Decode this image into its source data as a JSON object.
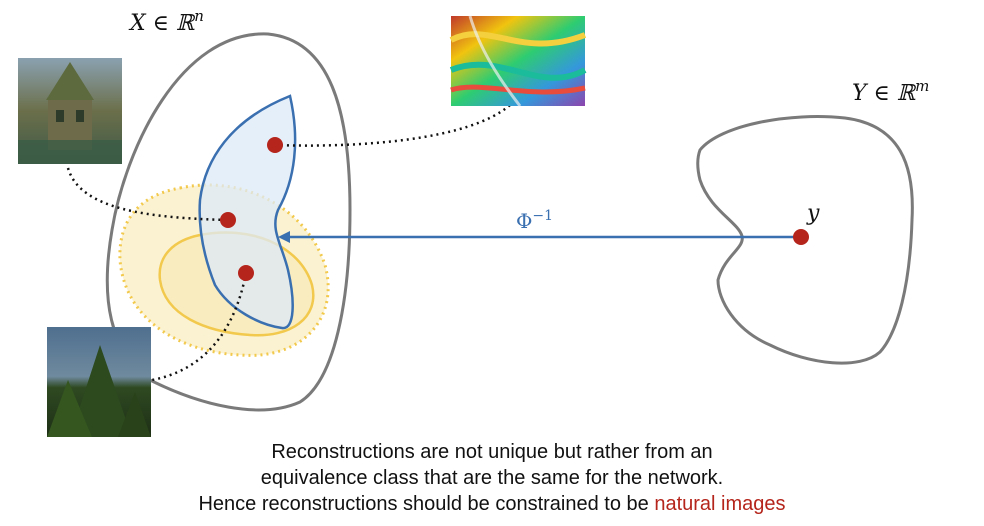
{
  "diagram": {
    "space_x_label": "X ∈ ℝ",
    "space_x_exp": "n",
    "space_y_label": "Y ∈ ℝ",
    "space_y_exp": "m",
    "point_label": "y",
    "mapping_label": "Φ",
    "mapping_exp": "−1"
  },
  "caption": {
    "line1": "Reconstructions are not unique but rather from an",
    "line2": "equivalence class that are the same for the network.",
    "line3_prefix": "Hence reconstructions should be constrained to be ",
    "line3_highlight": "natural images"
  },
  "colors": {
    "space_outline": "#7a7a7a",
    "blue_region": "#3a6fb0",
    "blue_fill": "#dce9f8",
    "yellow_region": "#f2c94c",
    "yellow_fill": "#fbf2d2",
    "point": "#b5251c",
    "arrow": "#3a6fb0",
    "highlight_text": "#b5251c"
  }
}
